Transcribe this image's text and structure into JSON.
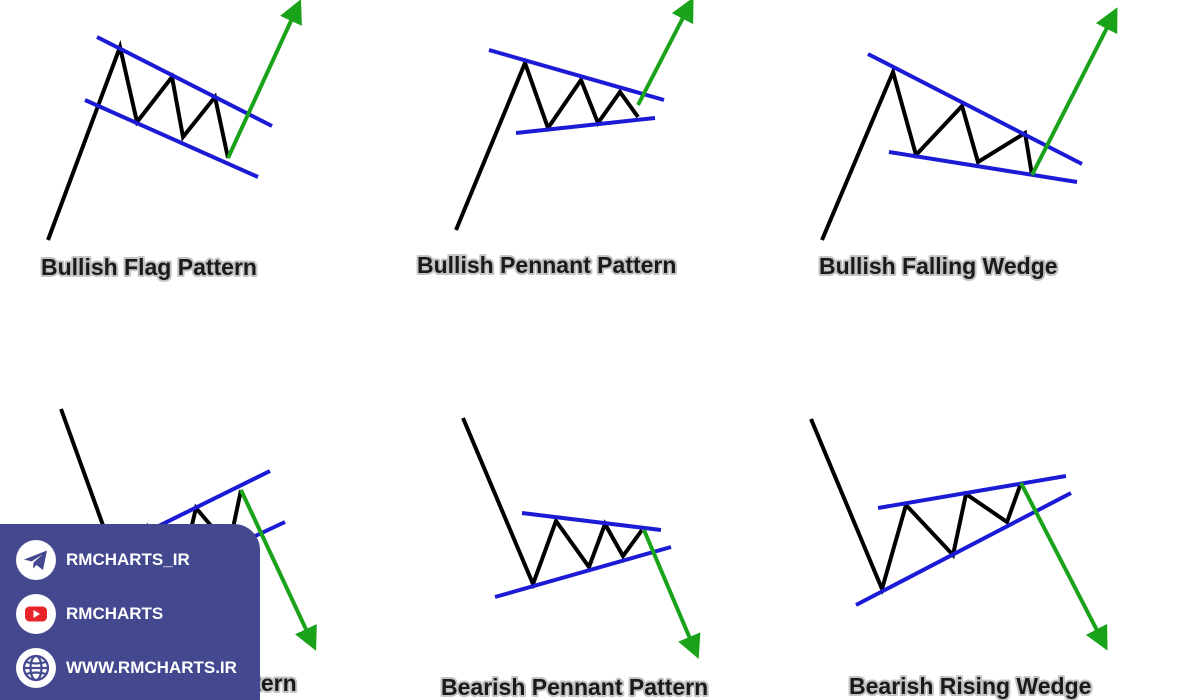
{
  "patterns": [
    {
      "id": "bullish-flag",
      "label": "Bullish Flag Pattern"
    },
    {
      "id": "bullish-pennant",
      "label": "Bullish Pennant Pattern"
    },
    {
      "id": "bullish-falling-wedge",
      "label": "Bullish Falling Wedge"
    },
    {
      "id": "bearish-flag",
      "label": "Bearish Flag Pattern"
    },
    {
      "id": "bearish-pennant",
      "label": "Bearish Pennant Pattern"
    },
    {
      "id": "bearish-rising-wedge",
      "label": "Bearish Rising Wedge"
    }
  ],
  "colors": {
    "price_line": "#000000",
    "trend_line": "#1b1bd6",
    "breakout_arrow": "#1aa31a",
    "overlay_bg": "#43488f"
  },
  "social": {
    "telegram": {
      "icon": "telegram-icon",
      "label": "RMCHARTS_IR"
    },
    "youtube": {
      "icon": "youtube-icon",
      "label": "RMCHARTS"
    },
    "website": {
      "icon": "globe-icon",
      "label": "WWW.RMCHARTS.IR"
    }
  }
}
